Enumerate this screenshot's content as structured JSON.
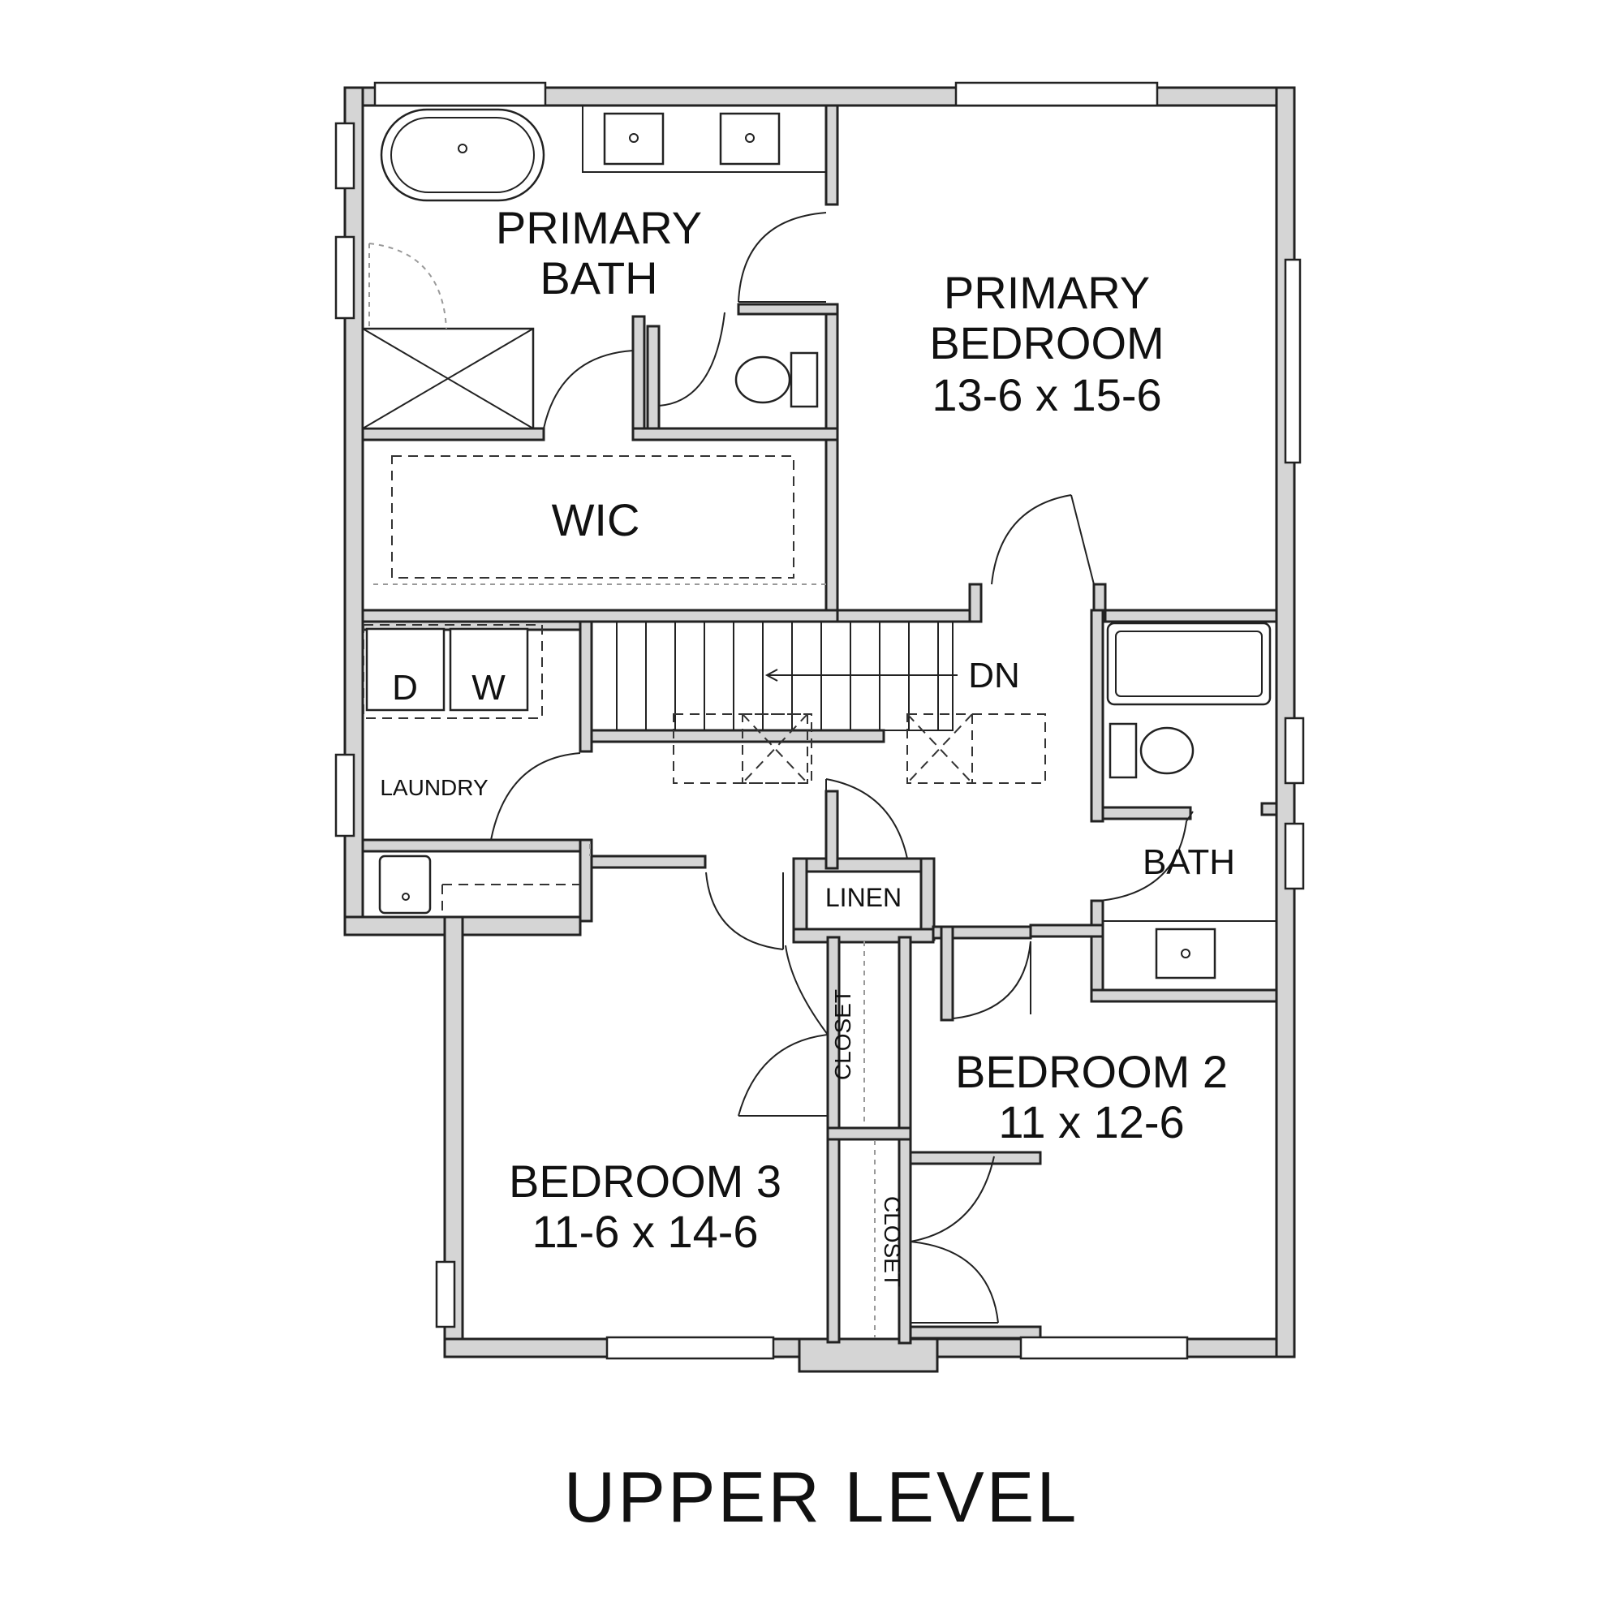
{
  "title": "UPPER LEVEL",
  "rooms": {
    "primary_bath": {
      "line1": "PRIMARY",
      "line2": "BATH"
    },
    "primary_bedroom": {
      "line1": "PRIMARY",
      "line2": "BEDROOM",
      "size": "13-6 x 15-6"
    },
    "wic": {
      "label": "WIC"
    },
    "laundry": {
      "label": "LAUNDRY",
      "dryer": "D",
      "washer": "W"
    },
    "stairs": {
      "label": "DN"
    },
    "bath": {
      "label": "BATH"
    },
    "linen": {
      "label": "LINEN"
    },
    "closet_a": {
      "label": "CLOSET"
    },
    "closet_b": {
      "label": "CLOSET"
    },
    "bedroom2": {
      "line1": "BEDROOM 2",
      "size": "11 x 12-6"
    },
    "bedroom3": {
      "line1": "BEDROOM 3",
      "size": "11-6 x 14-6"
    }
  }
}
